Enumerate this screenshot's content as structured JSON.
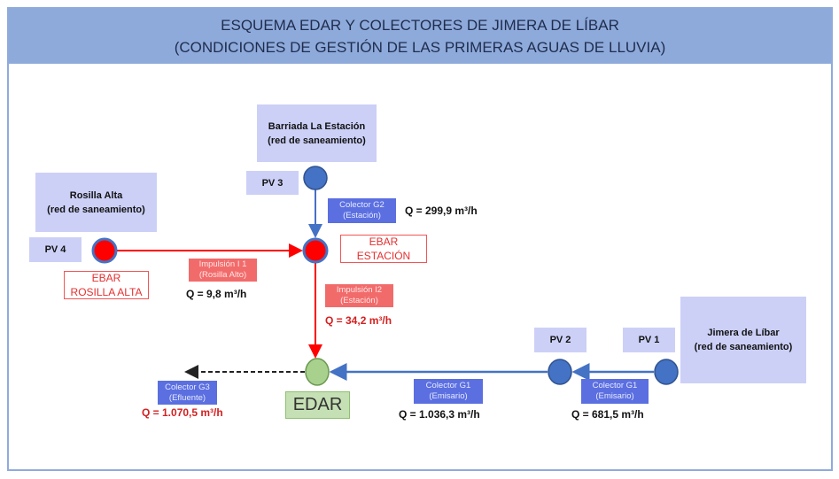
{
  "title": {
    "line1": "ESQUEMA EDAR Y COLECTORES DE JIMERA DE LÍBAR",
    "line2": "(CONDICIONES DE GESTIÓN DE LAS PRIMERAS AGUAS DE LLUVIA)"
  },
  "areas": {
    "barriada": {
      "name": "Barriada La Estación",
      "sub": "(red de saneamiento)"
    },
    "rosilla": {
      "name": "Rosilla Alta",
      "sub": "(red de saneamiento)"
    },
    "jimera": {
      "name": "Jimera de Líbar",
      "sub": "(red de saneamiento)"
    }
  },
  "pv": {
    "pv1": "PV 1",
    "pv2": "PV 2",
    "pv3": "PV 3",
    "pv4": "PV 4"
  },
  "ebar": {
    "estacion": {
      "l1": "EBAR",
      "l2": "ESTACIÓN"
    },
    "rosilla": {
      "l1": "EBAR",
      "l2": "ROSILLA ALTA"
    }
  },
  "conduits": {
    "g2": {
      "l1": "Colector G2",
      "l2": "(Estación)",
      "q": "Q = 299,9 m³/h"
    },
    "i1": {
      "l1": "Impulsión I 1",
      "l2": "(Rosilla Alto)",
      "q": "Q = 9,8 m³/h"
    },
    "i2": {
      "l1": "Impulsión I2",
      "l2": "(Estación)",
      "q": "Q = 34,2 m³/h"
    },
    "g3": {
      "l1": "Colector G3",
      "l2": "(Efluente)",
      "q": "Q = 1.070,5 m³/h"
    },
    "g1a": {
      "l1": "Colector G1",
      "l2": "(Emisario)",
      "q": "Q = 1.036,3 m³/h"
    },
    "g1b": {
      "l1": "Colector G1",
      "l2": "(Emisario)",
      "q": "Q = 681,5 m³/h"
    }
  },
  "edar": "EDAR",
  "colors": {
    "blue": "#4472c4",
    "red": "#ff0000",
    "green": "#a9d18e"
  }
}
